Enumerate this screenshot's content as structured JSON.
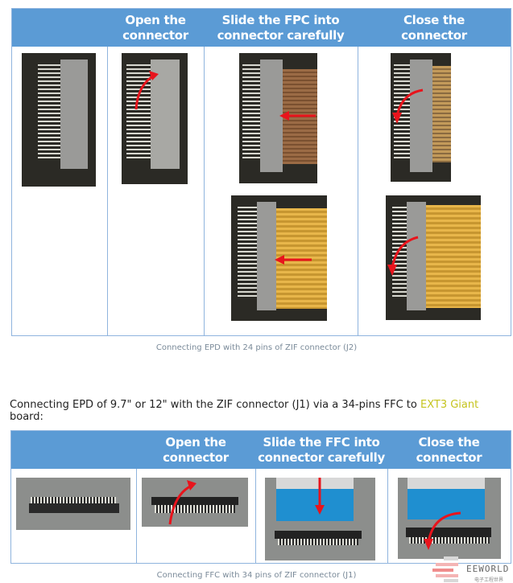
{
  "table1": {
    "headers": [
      "",
      "Open the\nconnector",
      "Slide the FPC into\nconnector carefully",
      "Close the\nconnector"
    ],
    "caption": "Connecting EPD with 24 pins of ZIF connector (J2)"
  },
  "paragraph": {
    "before": "Connecting EPD of 9.7\" or 12\" with the ZIF connector (J1) via a 34-pins FFC to ",
    "link": "EXT3 Giant",
    "after": " board:"
  },
  "table2": {
    "headers": [
      "",
      "Open the\nconnector",
      "Slide the FFC into\nconnector carefully",
      "Close the\nconnector"
    ],
    "caption": "Connecting FFC with 34 pins of ZIF connector (J1)"
  },
  "watermark": {
    "brand": "EEWORLD",
    "sub": "电子工程世界"
  },
  "colors": {
    "header": "#5b9bd5",
    "border": "#8fb4de",
    "link": "#c5c41e",
    "arrow": "#e8141c"
  }
}
